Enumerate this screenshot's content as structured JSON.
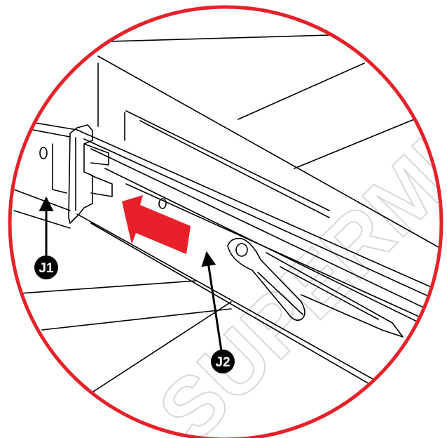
{
  "colors": {
    "frame": "#e8202a",
    "arrow": "#e8202a",
    "line": "#000000",
    "callout_fill": "#000000",
    "callout_text": "#ffffff",
    "watermark": "#d8d8d8"
  },
  "callouts": [
    {
      "id": "J1",
      "label": "J1"
    },
    {
      "id": "J2",
      "label": "J2"
    }
  ],
  "watermark": {
    "text": "SUPERMICRO"
  },
  "arrow": {
    "direction": "left"
  }
}
